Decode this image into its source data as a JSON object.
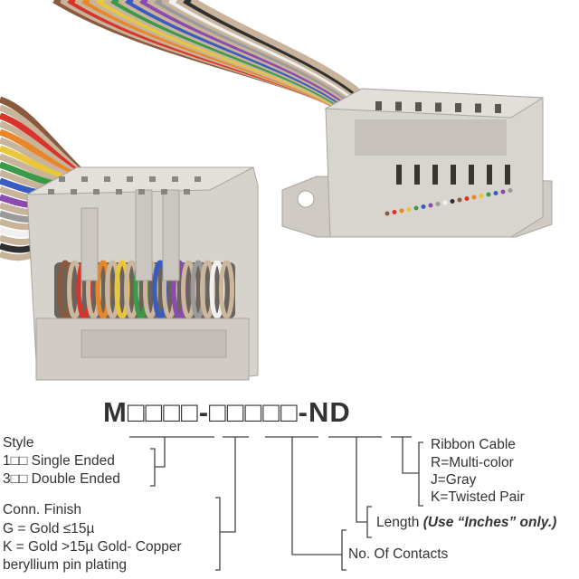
{
  "part_number_template": "M□□□□-□□□□□-ND",
  "style": {
    "heading": "Style",
    "options": [
      "1□□ Single Ended",
      "3□□ Double Ended"
    ]
  },
  "finish": {
    "heading": "Conn. Finish",
    "options": [
      "G = Gold ≤15µ",
      "K = Gold >15µ Gold- Copper",
      "beryllium pin plating"
    ]
  },
  "contacts": {
    "label": "No. Of Contacts"
  },
  "length": {
    "label": "Length",
    "note": "(Use “Inches” only.)"
  },
  "cable": {
    "heading": "Ribbon Cable",
    "options": [
      "R=Multi-color",
      "J=Gray",
      "K=Twisted Pair"
    ]
  },
  "colors": {
    "connector": "#d6d2cc",
    "wires": [
      "#8a5a3c",
      "#d8342c",
      "#e8862a",
      "#e8c83a",
      "#3a9a48",
      "#3a5cc0",
      "#8a4ab0",
      "#9a9a9a",
      "#f0f0f0",
      "#303030"
    ]
  }
}
